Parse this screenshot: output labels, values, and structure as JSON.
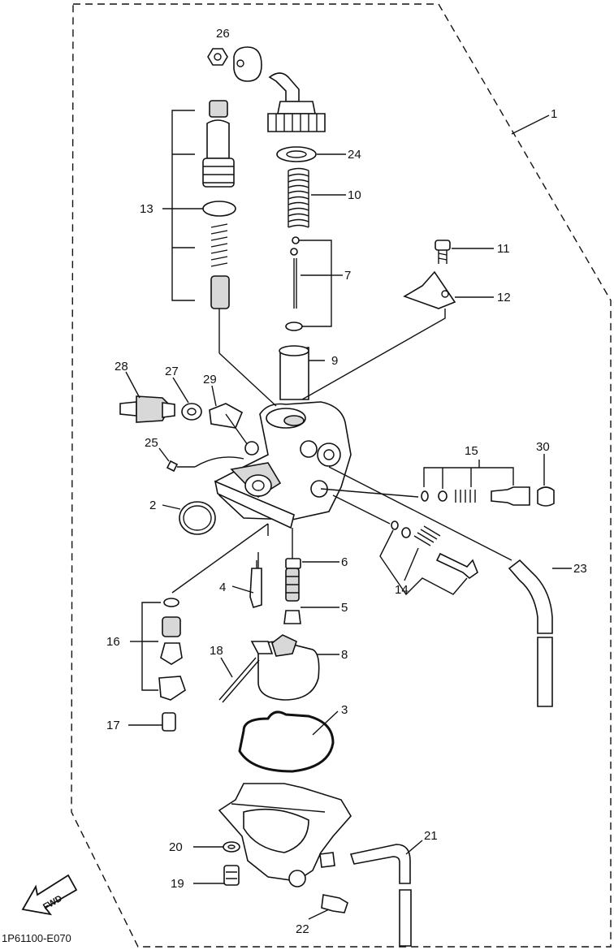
{
  "diagram": {
    "drawing_code": "1P61100-E070",
    "fwd_label": "FWD",
    "callouts": {
      "c1": "1",
      "c2": "2",
      "c3": "3",
      "c4": "4",
      "c5": "5",
      "c6": "6",
      "c7": "7",
      "c8": "8",
      "c9": "9",
      "c10": "10",
      "c11": "11",
      "c12": "12",
      "c13": "13",
      "c14": "14",
      "c15": "15",
      "c16": "16",
      "c17": "17",
      "c18": "18",
      "c19": "19",
      "c20": "20",
      "c21": "21",
      "c22": "22",
      "c23": "23",
      "c24": "24",
      "c25": "25",
      "c26": "26",
      "c27": "27",
      "c28": "28",
      "c29": "29",
      "c30": "30"
    }
  }
}
